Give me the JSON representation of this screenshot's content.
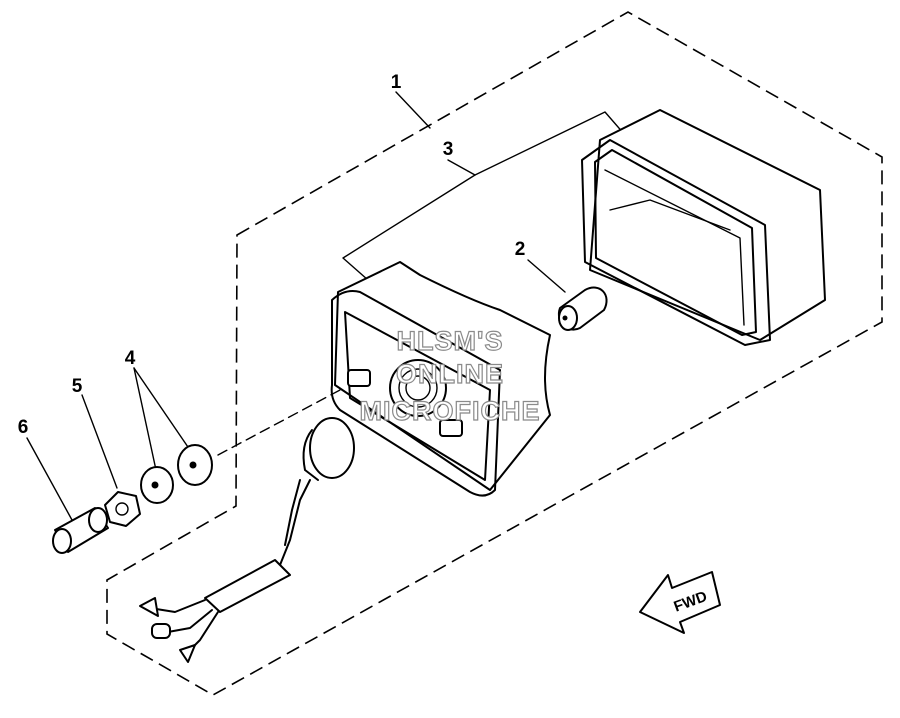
{
  "callouts": [
    {
      "id": "1",
      "label": "1"
    },
    {
      "id": "2",
      "label": "2"
    },
    {
      "id": "3",
      "label": "3"
    },
    {
      "id": "4",
      "label": "4"
    },
    {
      "id": "5",
      "label": "5"
    },
    {
      "id": "6",
      "label": "6"
    }
  ],
  "watermark": {
    "line1": "HLSM'S",
    "line2": "ONLINE",
    "line3": "MICROFICHE"
  },
  "direction_arrow": {
    "label": "FWD"
  }
}
